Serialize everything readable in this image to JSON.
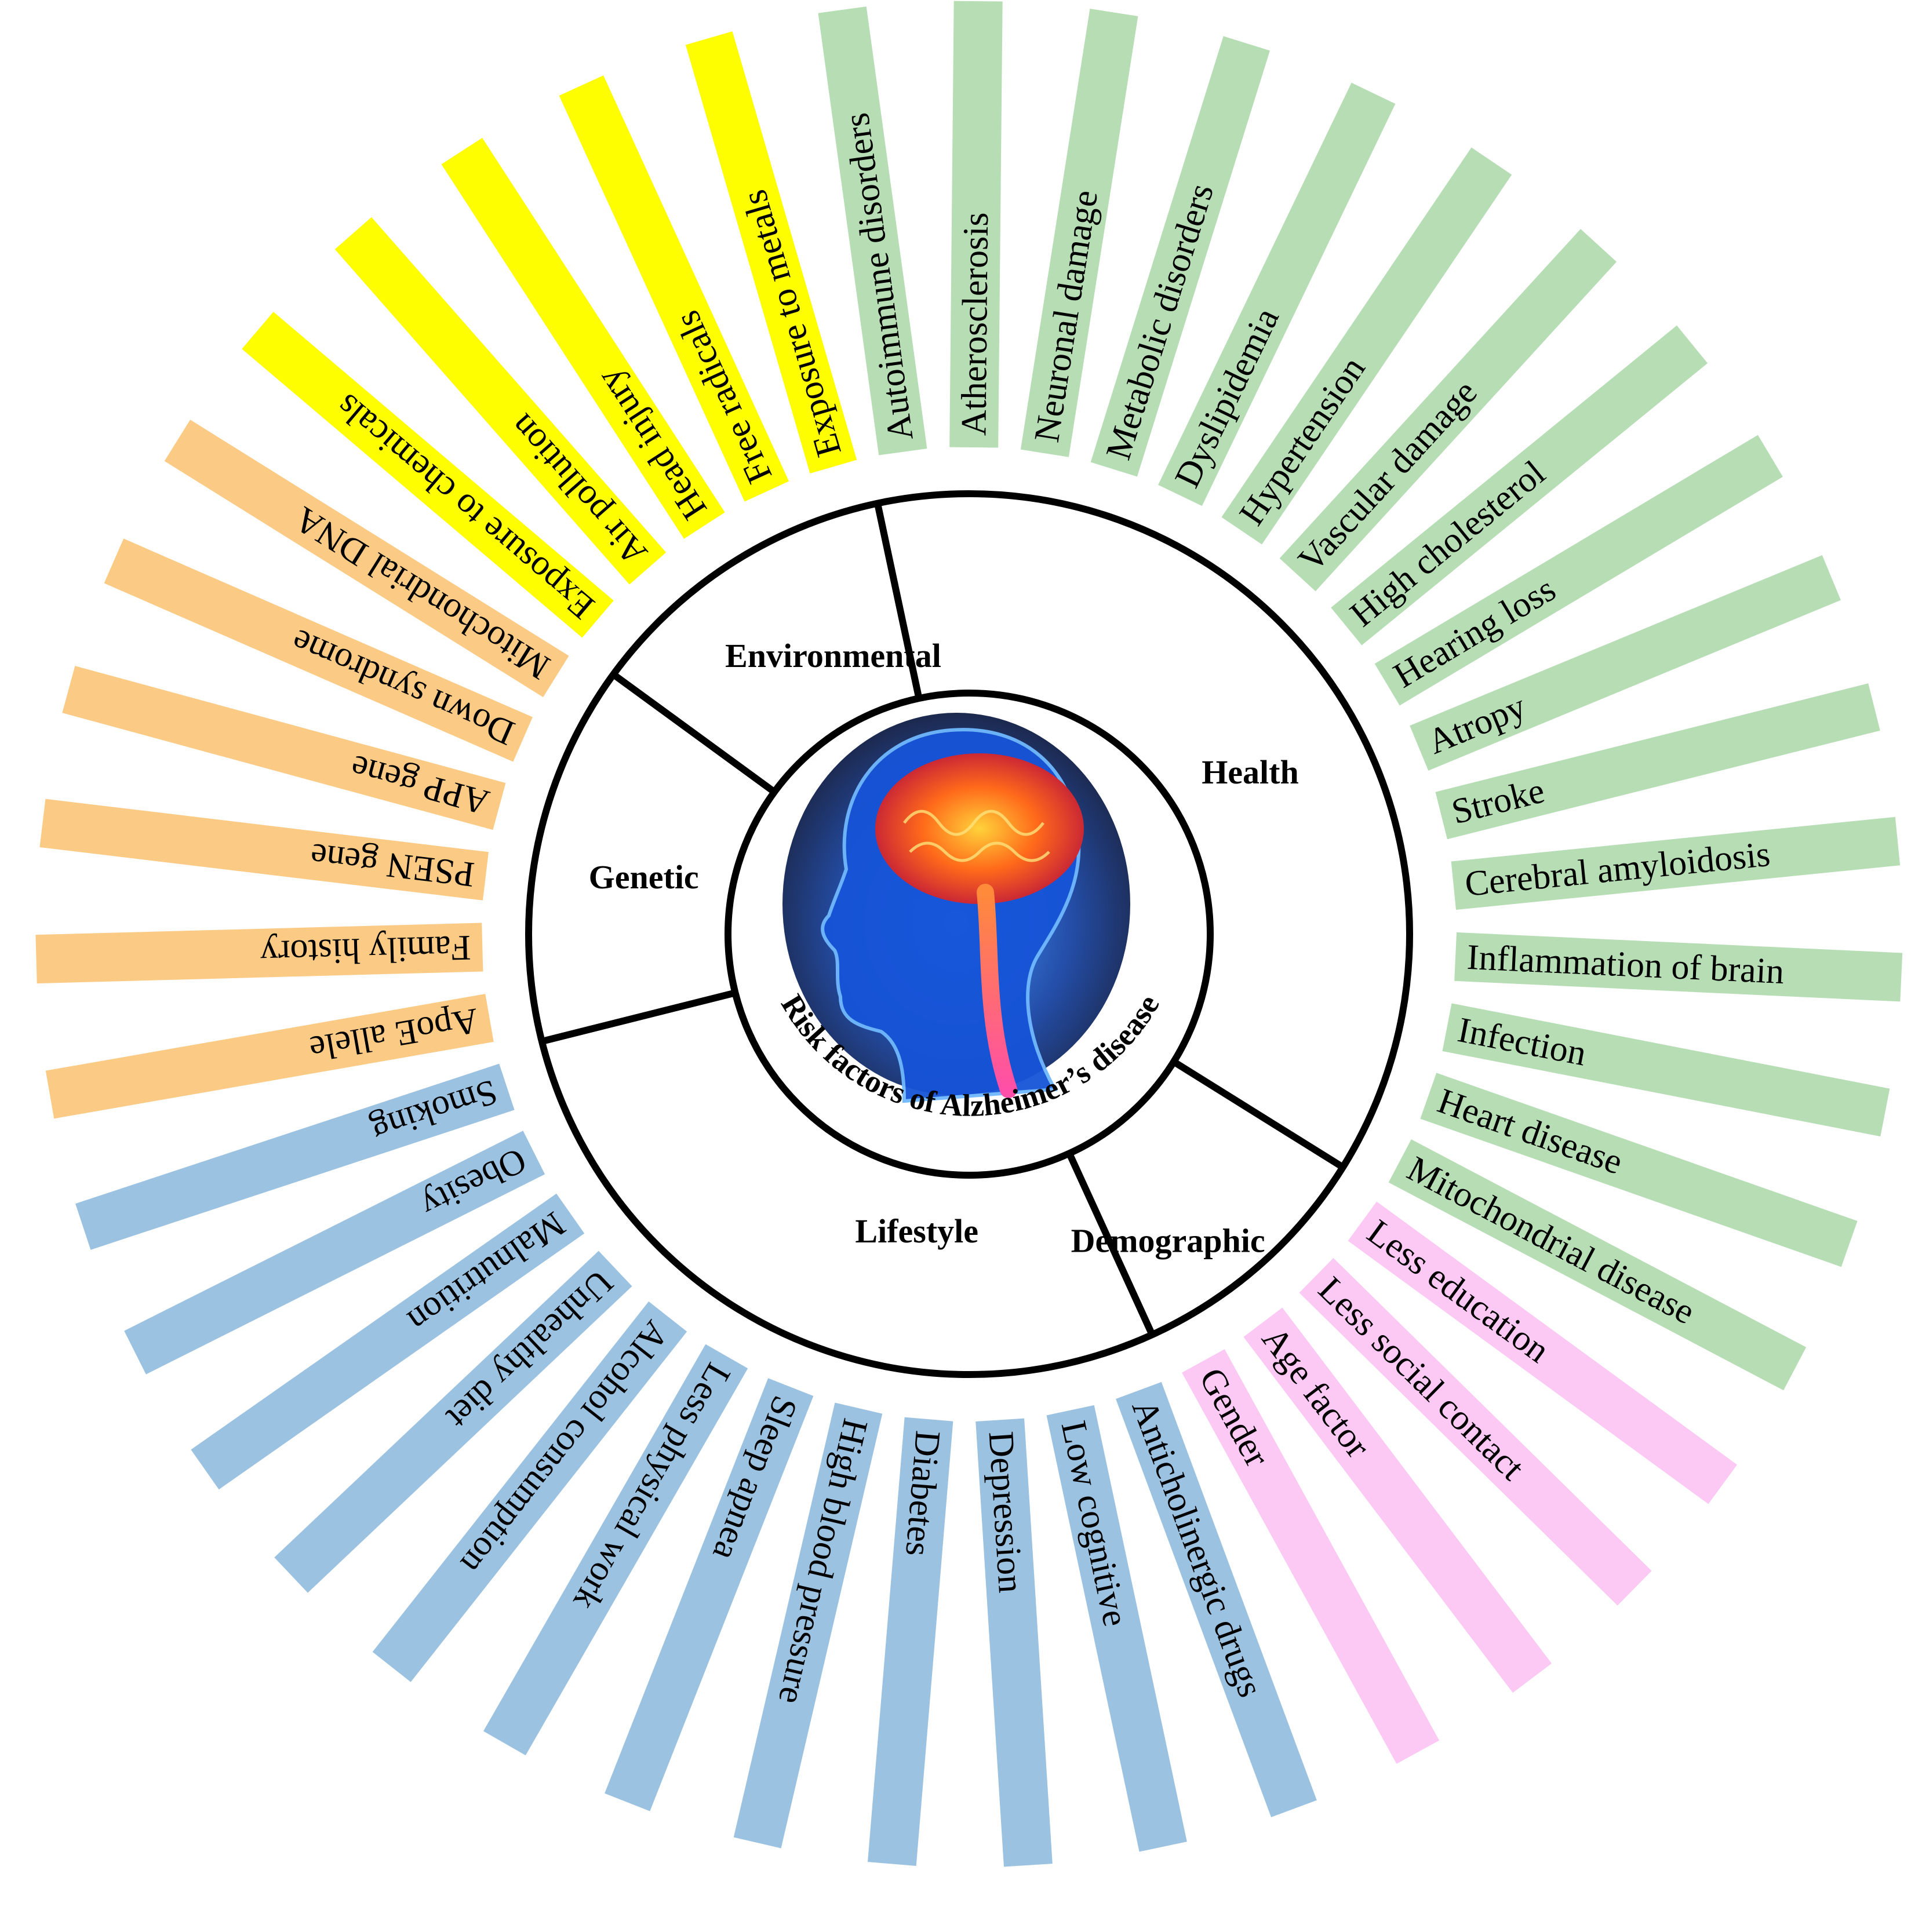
{
  "diagram": {
    "center_title": "Risk factors of Alzheimer’s disease",
    "center_image": "human-head-brain-illustration",
    "colors": {
      "Health": "#b6ddb4",
      "Demographic": "#fcc8f4",
      "Lifestyle": "#9cc2e2",
      "Genetic": "#fbcb86",
      "Environmental": "#fefe00",
      "divider": "#000000"
    },
    "categories": [
      {
        "name": "Health",
        "factors": [
          "Autoimmune disorders",
          "Atherosclerosis",
          "Neuronal damage",
          "Metabolic disorders",
          "Dyslipidemia",
          "Hypertension",
          "Vascular damage",
          "High cholesterol",
          "Hearing loss",
          "Atropy",
          "Stroke",
          "Cerebral amyloidosis",
          "Inflammation of brain",
          "Infection",
          "Heart disease",
          "Mitochondrial disease"
        ]
      },
      {
        "name": "Demographic",
        "factors": [
          "Less education",
          "Less social contact",
          "Age factor",
          "Gender"
        ]
      },
      {
        "name": "Lifestyle",
        "factors": [
          "Anticholinergic drugs",
          "Low cognitive",
          "Depression",
          "Diabetes",
          "High blood pressure",
          "Sleep apnea",
          "Less physical work",
          "Alcohol consumption",
          "Unhealthy diet",
          "Malnutrition",
          "Obesity",
          "Smoking"
        ]
      },
      {
        "name": "Genetic",
        "factors": [
          "ApoE allele",
          "Family history",
          "PSEN gene",
          "APP gene",
          "Down syndrome",
          "Mitochondrial DNA"
        ]
      },
      {
        "name": "Environmental",
        "factors": [
          "Exposure to chemicals",
          "Air pollution",
          "Head injury",
          "Free radicals",
          "Exposure to metals"
        ]
      }
    ]
  }
}
